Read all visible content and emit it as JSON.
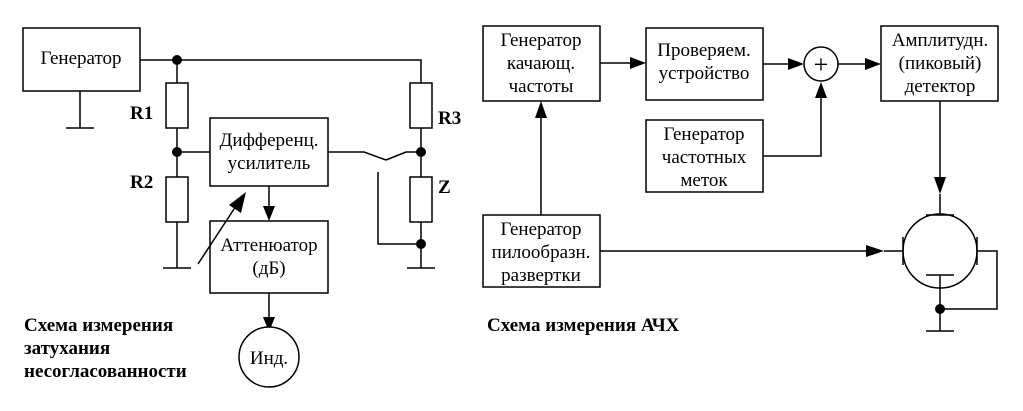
{
  "left": {
    "generator": "Генератор",
    "r1": "R1",
    "r2": "R2",
    "r3": "R3",
    "z": "Z",
    "diff_amp": [
      "Дифференц.",
      "усилитель"
    ],
    "attenuator": [
      "Аттенюатор",
      "(дБ)"
    ],
    "indicator": "Инд.",
    "caption": [
      "Схема измерения",
      "затухания",
      "несогласованности"
    ]
  },
  "right": {
    "sweep_gen": [
      "Генератор",
      "качающ.",
      "частоты"
    ],
    "dut": [
      "Проверяем.",
      "устройство"
    ],
    "adder": "+",
    "peak_det": [
      "Амплитудн.",
      "(пиковый)",
      "детектор"
    ],
    "marker_gen": [
      "Генератор",
      "частотных",
      "меток"
    ],
    "sawtooth_gen": [
      "Генератор",
      "пилообразн.",
      "развертки"
    ],
    "caption": "Схема измерения АЧХ"
  }
}
